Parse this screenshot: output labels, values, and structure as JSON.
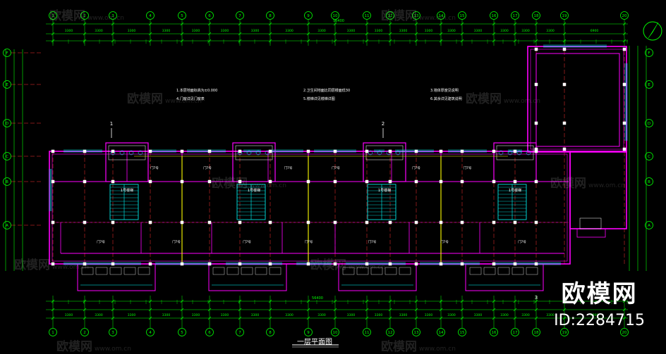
{
  "watermark": {
    "brand": "欧模网",
    "url": "www.om.cn"
  },
  "brand_badge": {
    "logo_text": "欧模网",
    "id_text": "ID:2284715"
  },
  "plan": {
    "title": "一层平面图",
    "total_dimension": "56400",
    "stair_label": "1号楼梯",
    "gate_label": "门7号",
    "axis_labels": [
      "1",
      "2",
      "3",
      "4",
      "5",
      "6",
      "7",
      "8",
      "9",
      "10",
      "11",
      "12",
      "13",
      "14",
      "15",
      "16",
      "17",
      "18",
      "19",
      "20"
    ],
    "row_labels": [
      "F",
      "E",
      "D",
      "C",
      "B",
      "A"
    ],
    "section_markers": [
      "1",
      "2",
      "3"
    ],
    "spans_top": [
      "3300",
      "3300",
      "3300",
      "3300",
      "3300",
      "3300",
      "3300",
      "3300",
      "3300",
      "3300",
      "3300",
      "3300",
      "3300",
      "3300",
      "3300",
      "3300",
      "3300",
      "3300",
      "6900"
    ],
    "notes": [
      "1.本层地面标高为±0.000",
      "2.卫生间地面比同层楼面低30",
      "3.墙体厚度见说明",
      "4.门窗详见门窗表",
      "5.楼梯详见楼梯详图",
      "6.其余详见建筑说明"
    ]
  },
  "colors": {
    "background": "#000000",
    "wall": "#ff00ff",
    "axis": "#ff3333",
    "dimension": "#00ff00",
    "window": "#00ffff",
    "column": "#ffffff",
    "beam": "#ffff00"
  }
}
